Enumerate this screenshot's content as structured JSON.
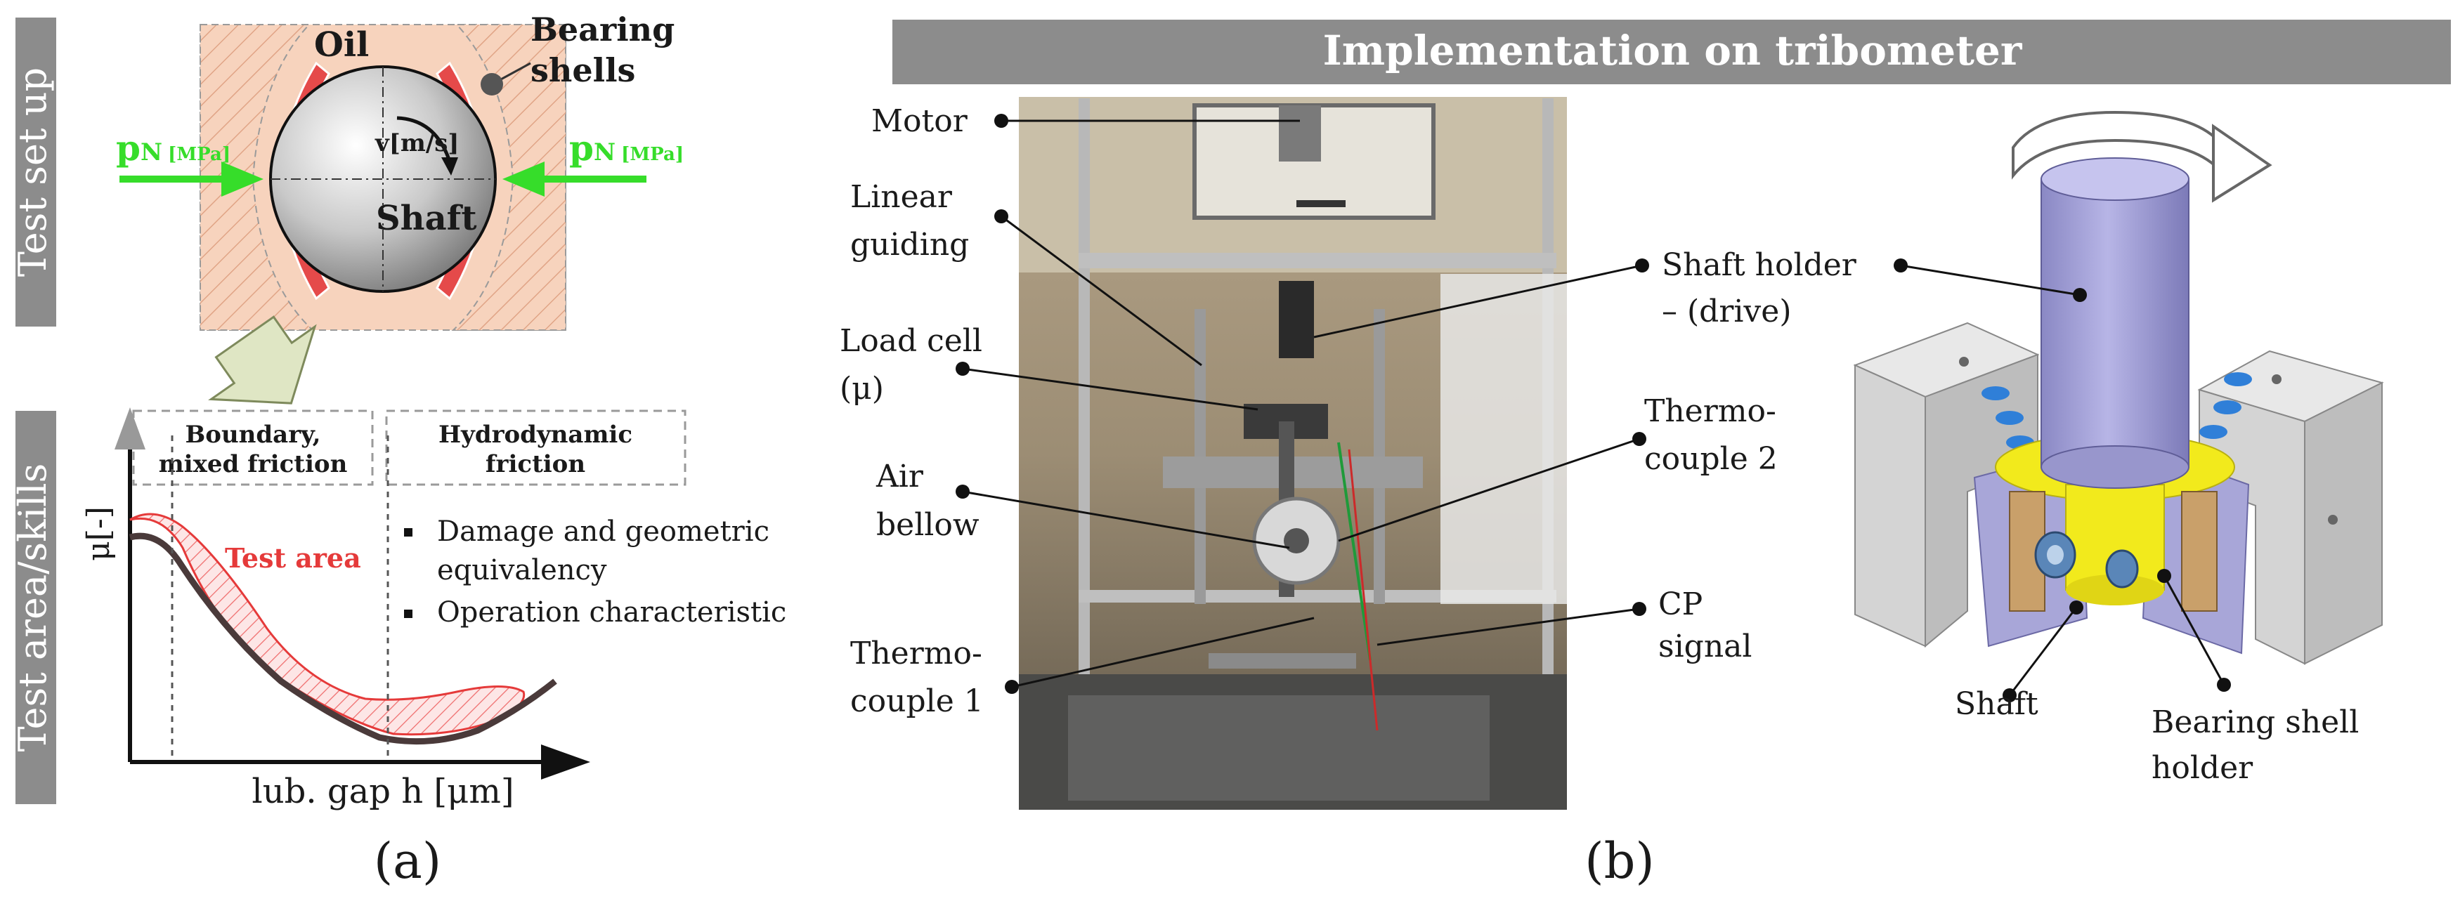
{
  "panel_a": {
    "side_label_top": "Test set up",
    "side_label_bottom": "Test area/skills",
    "oil": "Oil",
    "bearing_shells": [
      "Bearing",
      "shells"
    ],
    "velocity": "v[m/s]",
    "shaft": "Shaft",
    "pn_main": "p",
    "pn_sub": "N",
    "pn_unit": "[MPa]",
    "friction_boxes": [
      [
        "Boundary,",
        "mixed friction"
      ],
      [
        "Hydrodynamic",
        "friction"
      ]
    ],
    "ylabel": "μ[-]",
    "test_area": "Test area",
    "bullets": [
      [
        "Damage and geometric",
        "equivalency"
      ],
      [
        "Operation characteristic"
      ]
    ],
    "xlabel": "lub. gap h [μm]",
    "caption": "(a)"
  },
  "panel_b": {
    "banner": "Implementation on tribometer",
    "labels": {
      "motor": [
        "Motor"
      ],
      "linear": [
        "Linear",
        "guiding"
      ],
      "loadcell": [
        "Load cell",
        "(μ)"
      ],
      "air": [
        "Air",
        "bellow"
      ],
      "tc1": [
        "Thermo-",
        "couple 1"
      ],
      "shaftholder": [
        "Shaft holder",
        "– (drive)"
      ],
      "tc2": [
        "Thermo-",
        "couple 2"
      ],
      "cp": [
        "CP",
        "signal"
      ],
      "shaft": [
        "Shaft"
      ],
      "bshell": [
        "Bearing shell",
        "holder"
      ]
    },
    "caption": "(b)"
  },
  "colors": {
    "banner_bg": "#8c8c8c",
    "oil_bg": "#f7d3bd",
    "shell": "#e54a4a",
    "arrow_green": "#36dd2a",
    "test_area": "#e53a3a",
    "holder": "#a8a6d8",
    "yellow": "#f2ea1c"
  }
}
